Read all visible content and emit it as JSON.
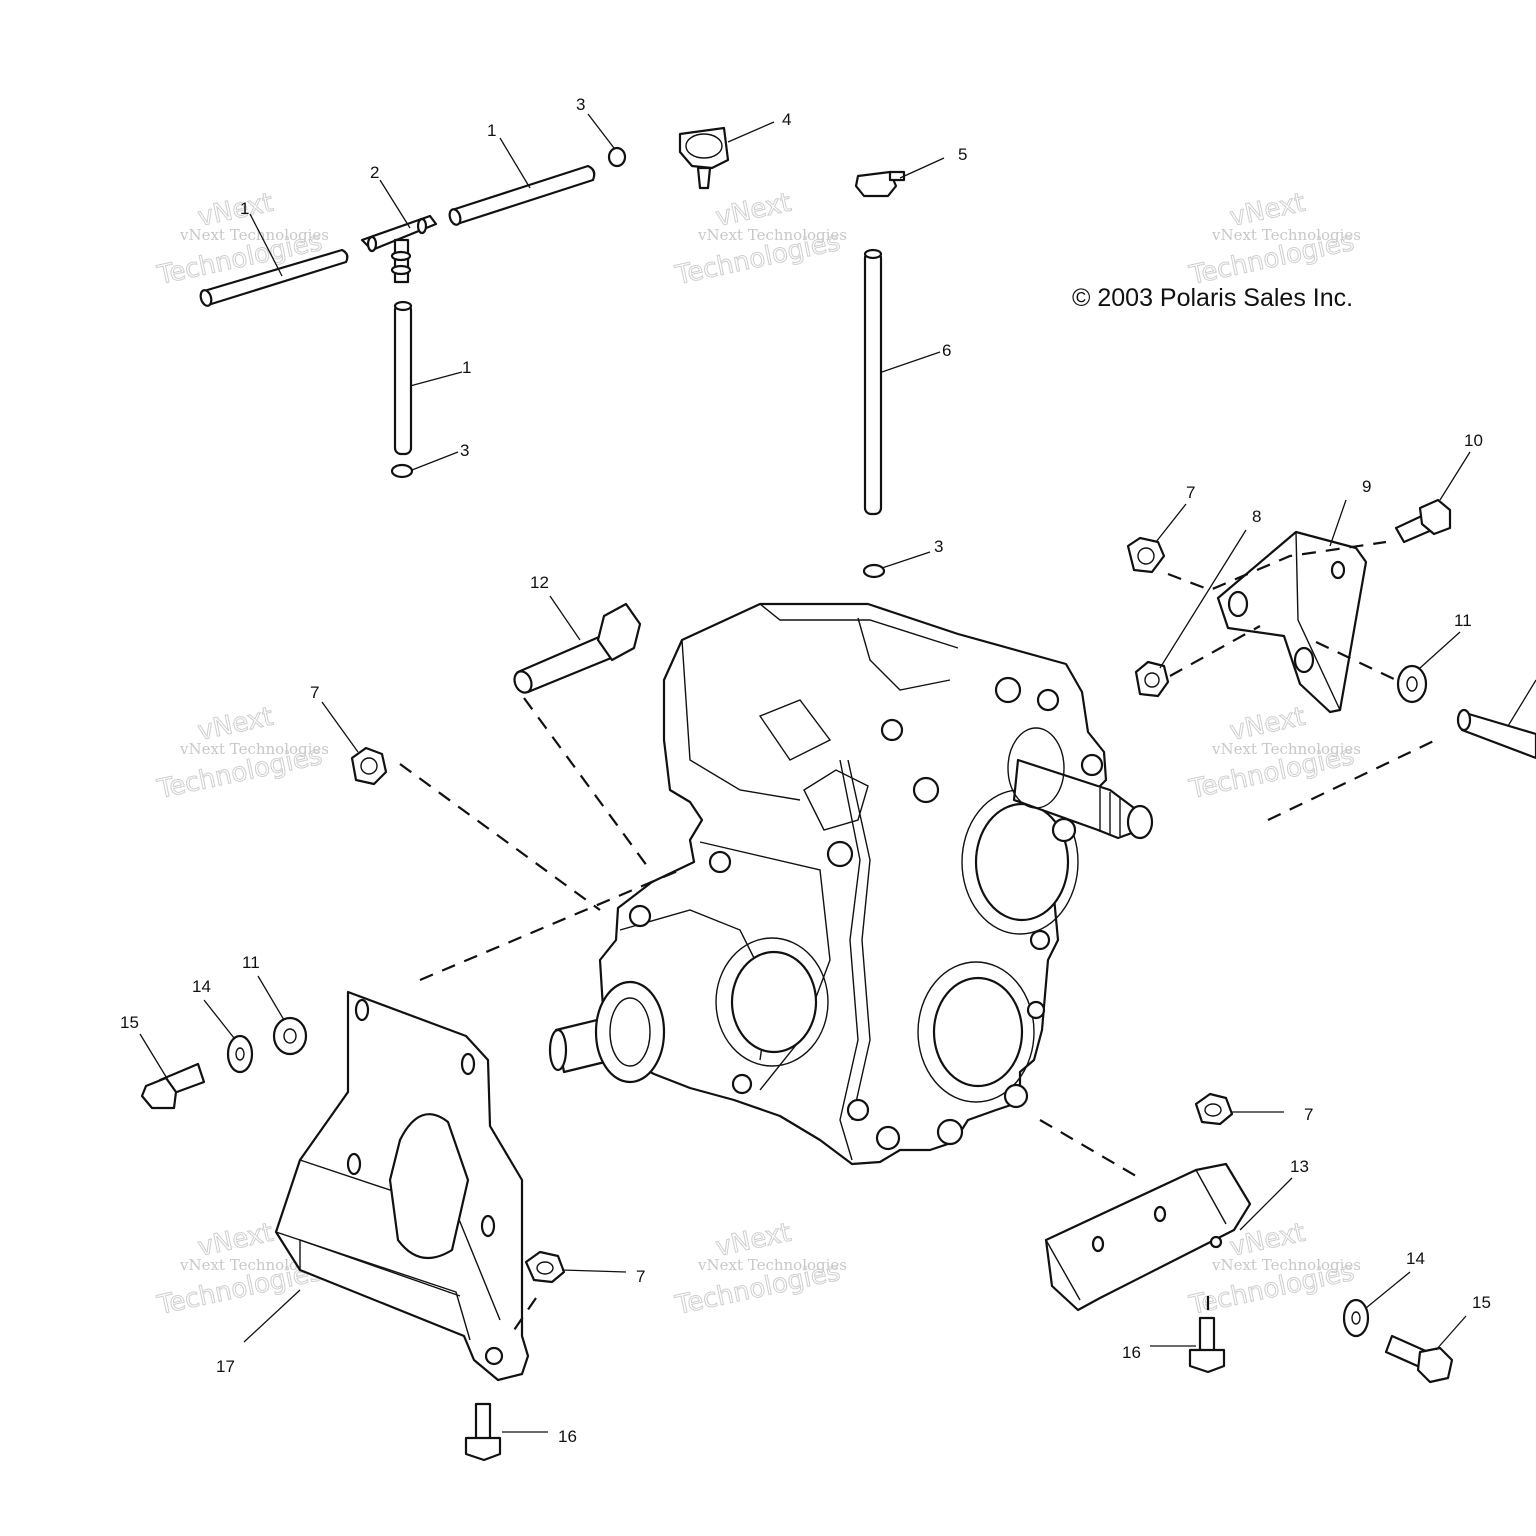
{
  "copyright": "© 2003 Polaris Sales Inc.",
  "watermark": {
    "line1": "vNext Technologies",
    "line2": "vNext",
    "line3": "Technologies"
  },
  "callouts": [
    {
      "id": "c1a",
      "text": "1"
    },
    {
      "id": "c1b",
      "text": "1"
    },
    {
      "id": "c1c",
      "text": "1"
    },
    {
      "id": "c2",
      "text": "2"
    },
    {
      "id": "c3a",
      "text": "3"
    },
    {
      "id": "c3b",
      "text": "3"
    },
    {
      "id": "c3c",
      "text": "3"
    },
    {
      "id": "c4",
      "text": "4"
    },
    {
      "id": "c5",
      "text": "5"
    },
    {
      "id": "c6",
      "text": "6"
    },
    {
      "id": "c7a",
      "text": "7"
    },
    {
      "id": "c7b",
      "text": "7"
    },
    {
      "id": "c7c",
      "text": "7"
    },
    {
      "id": "c7d",
      "text": "7"
    },
    {
      "id": "c8",
      "text": "8"
    },
    {
      "id": "c9",
      "text": "9"
    },
    {
      "id": "c10",
      "text": "10"
    },
    {
      "id": "c11a",
      "text": "11"
    },
    {
      "id": "c11b",
      "text": "11"
    },
    {
      "id": "c12",
      "text": "12"
    },
    {
      "id": "c13",
      "text": "13"
    },
    {
      "id": "c14a",
      "text": "14"
    },
    {
      "id": "c14b",
      "text": "14"
    },
    {
      "id": "c15a",
      "text": "15"
    },
    {
      "id": "c15b",
      "text": "15"
    },
    {
      "id": "c16a",
      "text": "16"
    },
    {
      "id": "c16b",
      "text": "16"
    },
    {
      "id": "c17",
      "text": "17"
    }
  ]
}
